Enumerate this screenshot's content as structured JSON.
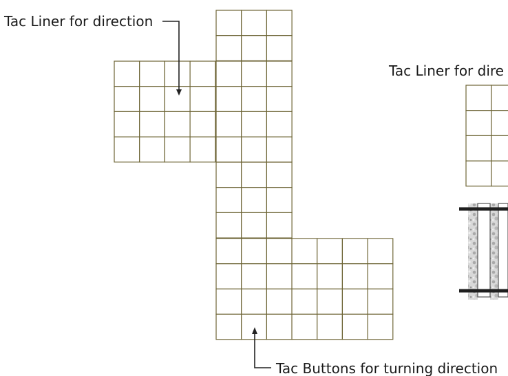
{
  "labels": {
    "liner_direction": "Tac Liner for direction",
    "liner_direction_cropped": "Tac Liner for dire",
    "buttons_turning": "Tac Buttons for turning direction"
  },
  "colors": {
    "tile_fill": "#b3ab84",
    "tile_stroke": "#6e6536",
    "ballast_grey": "#c7c7c7",
    "rail": "#1f1f1f"
  },
  "legend": [
    {
      "pattern": "dots",
      "meaning_label": "buttons_turning"
    },
    {
      "pattern": "bars",
      "meaning_label": "liner_direction"
    }
  ]
}
